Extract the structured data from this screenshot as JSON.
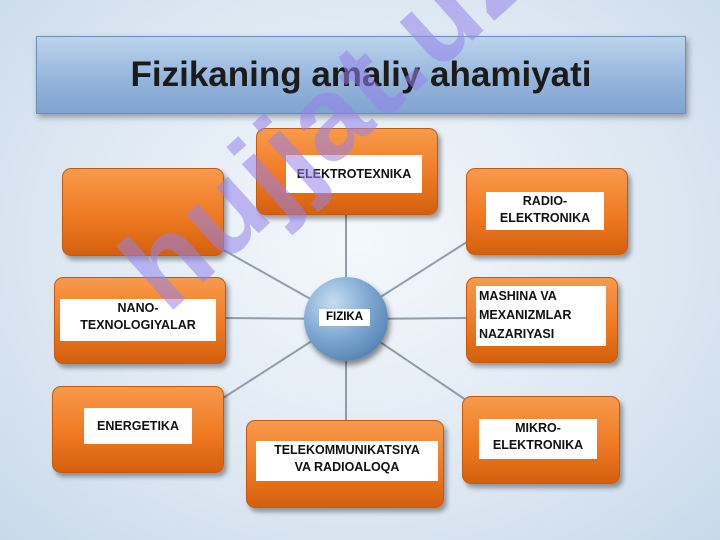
{
  "title": "Fizikaning amaliy ahamiyati",
  "center": "FIZIKA",
  "branches": {
    "elektrotexnika": "ELEKTROTEXNIKA",
    "radio_elektronika": "RADIO-\nELEKTRONIKA",
    "mashina": "MASHINA VA\nMEXANIZMLAR\nNAZARIYASI",
    "mikro_elektronika": "MIKRO-\nELEKTRONIKA",
    "telekom": "TELEKOMMUNIKATSIYA\nVA RADIOALOQA",
    "energetika": "ENERGETIKA",
    "nano": "NANO-\nTEXNOLOGIYALAR",
    "empty": ""
  },
  "watermark": "hujjat.uz",
  "colors": {
    "box": "#ef7a22",
    "title_bar": "#95b6dc",
    "hub": "#5b8cbd",
    "connector": "#8f9dab",
    "watermark": "#9682eb"
  }
}
